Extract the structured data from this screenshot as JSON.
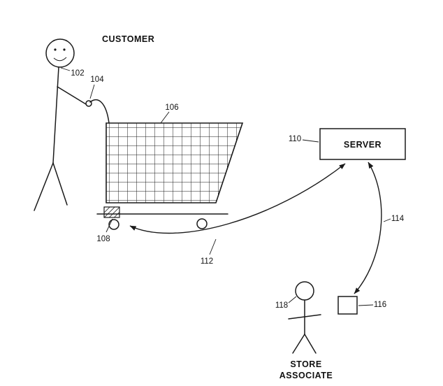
{
  "diagram": {
    "title_hint": "shopping-cart-tracking-patent-figure",
    "labels": {
      "customer": "CUSTOMER",
      "server": "SERVER",
      "store": "STORE",
      "associate": "ASSOCIATE"
    },
    "refs": {
      "customer_figure": "102",
      "cart_handle": "104",
      "cart_basket": "106",
      "cart_sensor": "108",
      "server": "110",
      "link_cart_server": "112",
      "link_server_device": "114",
      "device": "116",
      "store_associate": "118"
    },
    "colors": {
      "ink": "#1a1a1a",
      "background": "#ffffff"
    }
  }
}
